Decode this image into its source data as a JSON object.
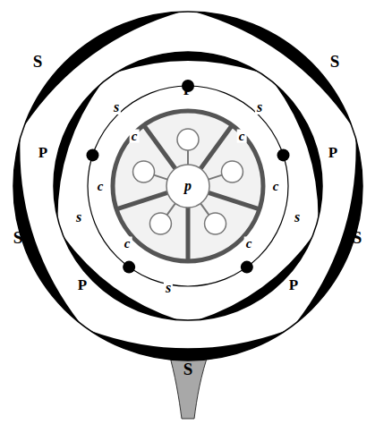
{
  "diagram": {
    "labels": [
      "S",
      "S",
      "S",
      "S",
      "S",
      "P",
      "P",
      "P",
      "P",
      "P",
      "s",
      "s",
      "s",
      "s",
      "s",
      "c",
      "c",
      "c",
      "c",
      "c",
      "c",
      "p"
    ]
  }
}
